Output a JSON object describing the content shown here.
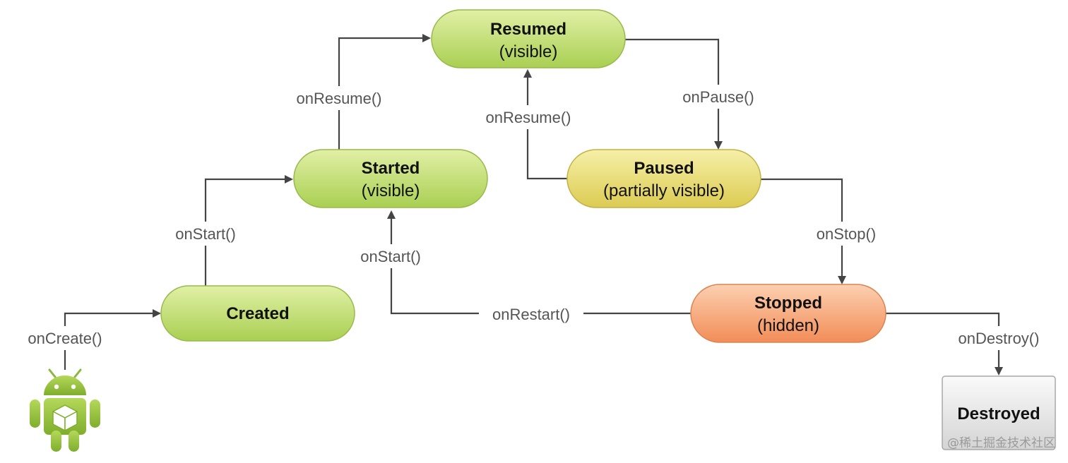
{
  "states": {
    "resumed": {
      "title": "Resumed",
      "subtitle": "(visible)"
    },
    "started": {
      "title": "Started",
      "subtitle": "(visible)"
    },
    "paused": {
      "title": "Paused",
      "subtitle": "(partially visible)"
    },
    "created": {
      "title": "Created",
      "subtitle": ""
    },
    "stopped": {
      "title": "Stopped",
      "subtitle": "(hidden)"
    },
    "destroyed": {
      "title": "Destroyed",
      "subtitle": ""
    }
  },
  "transitions": {
    "on_create": "onCreate()",
    "on_start": "onStart()",
    "on_resume": "onResume()",
    "on_pause": "onPause()",
    "on_resume_paused": "onResume()",
    "on_stop": "onStop()",
    "on_restart_start": "onStart()",
    "on_restart": "onRestart()",
    "on_destroy": "onDestroy()"
  },
  "watermark": "@稀土掘金技术社区",
  "colors": {
    "green_state": "#c6e07a",
    "yellow_state": "#ece27a",
    "orange_state": "#f9ad80",
    "gray_state": "#e2e2e2",
    "edge": "#444444",
    "android_green": "#93c13a"
  },
  "icons": {
    "start": "android-robot-icon"
  }
}
